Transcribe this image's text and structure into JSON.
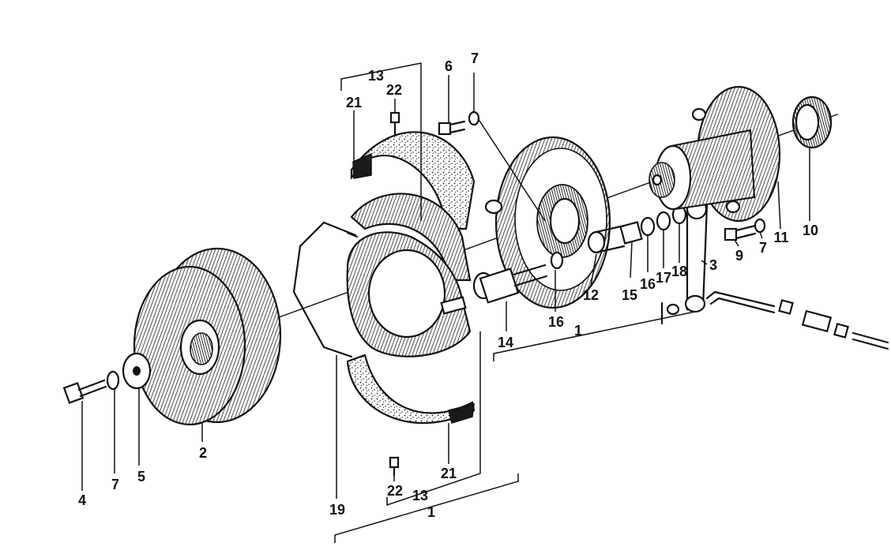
{
  "colors": {
    "ink": "#111111",
    "paper": "#ffffff"
  },
  "callouts": [
    {
      "id": "c13-top",
      "text": "13"
    },
    {
      "id": "c22-top",
      "text": "22"
    },
    {
      "id": "c21-top",
      "text": "21"
    },
    {
      "id": "c6",
      "text": "6"
    },
    {
      "id": "c7-top",
      "text": "7"
    },
    {
      "id": "c10",
      "text": "10"
    },
    {
      "id": "c11",
      "text": "11"
    },
    {
      "id": "c7-right",
      "text": "7"
    },
    {
      "id": "c9",
      "text": "9"
    },
    {
      "id": "c3",
      "text": "3"
    },
    {
      "id": "c18",
      "text": "18"
    },
    {
      "id": "c17",
      "text": "17"
    },
    {
      "id": "c16-a",
      "text": "16"
    },
    {
      "id": "c15",
      "text": "15"
    },
    {
      "id": "c12",
      "text": "12"
    },
    {
      "id": "c16-b",
      "text": "16"
    },
    {
      "id": "c14",
      "text": "14"
    },
    {
      "id": "c1-mid",
      "text": "1"
    },
    {
      "id": "c2",
      "text": "2"
    },
    {
      "id": "c5",
      "text": "5"
    },
    {
      "id": "c7-left",
      "text": "7"
    },
    {
      "id": "c4",
      "text": "4"
    },
    {
      "id": "c19",
      "text": "19"
    },
    {
      "id": "c22-bot",
      "text": "22"
    },
    {
      "id": "c13-bot",
      "text": "13"
    },
    {
      "id": "c21-bot",
      "text": "21"
    },
    {
      "id": "c1-bot",
      "text": "1"
    }
  ]
}
